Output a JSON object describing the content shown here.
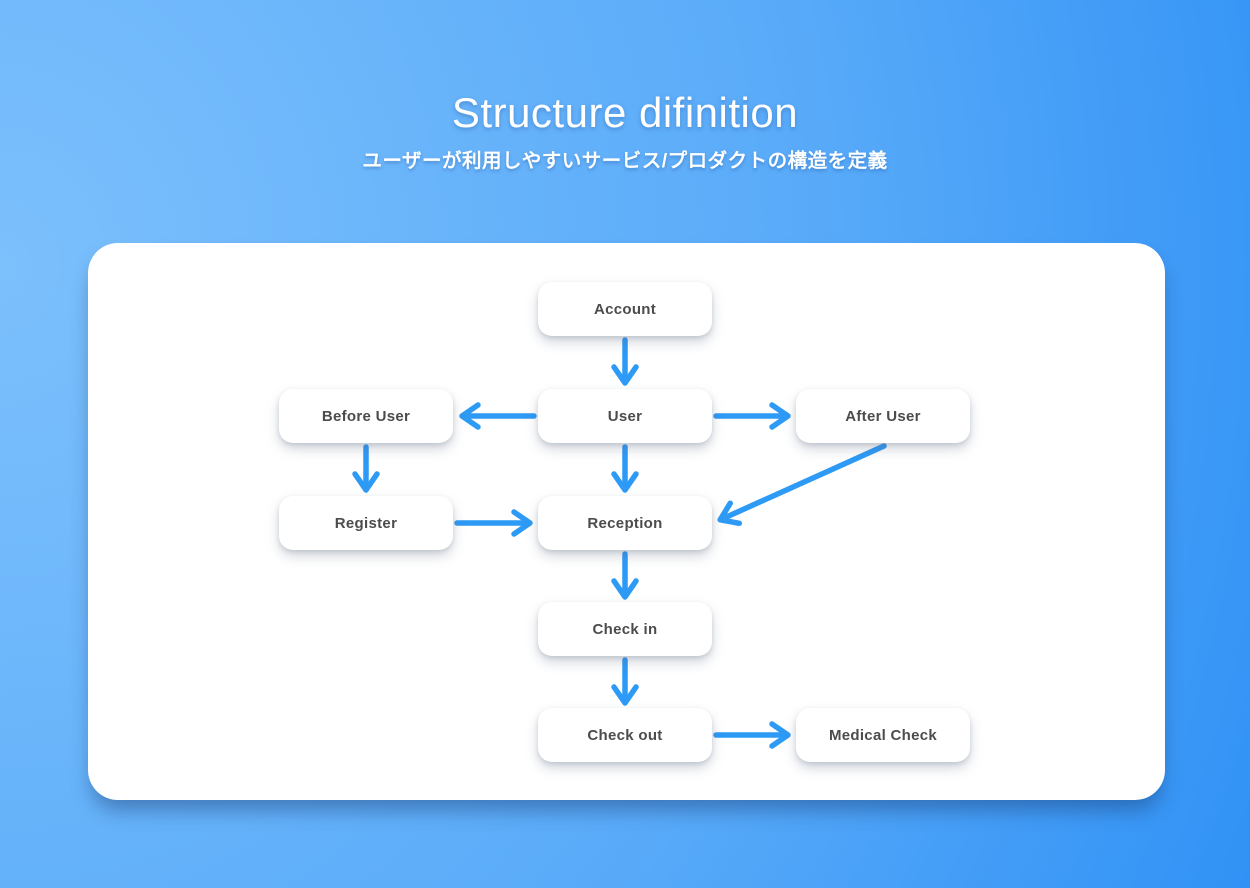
{
  "header": {
    "title": "Structure difinition",
    "subtitle": "ユーザーが利用しやすいサービス/プロダクトの構造を定義"
  },
  "nodes": [
    {
      "id": "account",
      "label": "Account"
    },
    {
      "id": "user",
      "label": "User"
    },
    {
      "id": "before-user",
      "label": "Before User"
    },
    {
      "id": "after-user",
      "label": "After User"
    },
    {
      "id": "register",
      "label": "Register"
    },
    {
      "id": "reception",
      "label": "Reception"
    },
    {
      "id": "check-in",
      "label": "Check in"
    },
    {
      "id": "check-out",
      "label": "Check out"
    },
    {
      "id": "medical-check",
      "label": "Medical Check"
    }
  ],
  "edges": [
    {
      "from": "Account",
      "to": "User"
    },
    {
      "from": "User",
      "to": "Before User"
    },
    {
      "from": "User",
      "to": "After User"
    },
    {
      "from": "User",
      "to": "Reception"
    },
    {
      "from": "Before User",
      "to": "Register"
    },
    {
      "from": "Register",
      "to": "Reception"
    },
    {
      "from": "After User",
      "to": "Reception"
    },
    {
      "from": "Reception",
      "to": "Check in"
    },
    {
      "from": "Check in",
      "to": "Check out"
    },
    {
      "from": "Check out",
      "to": "Medical Check"
    }
  ],
  "colors": {
    "arrow": "#2D9AF6",
    "background_light": "#7CC0FC",
    "background_dark": "#278CF4",
    "card": "#FFFFFF",
    "node_text": "#4C4C4C",
    "title_text": "#FFFFFF"
  }
}
